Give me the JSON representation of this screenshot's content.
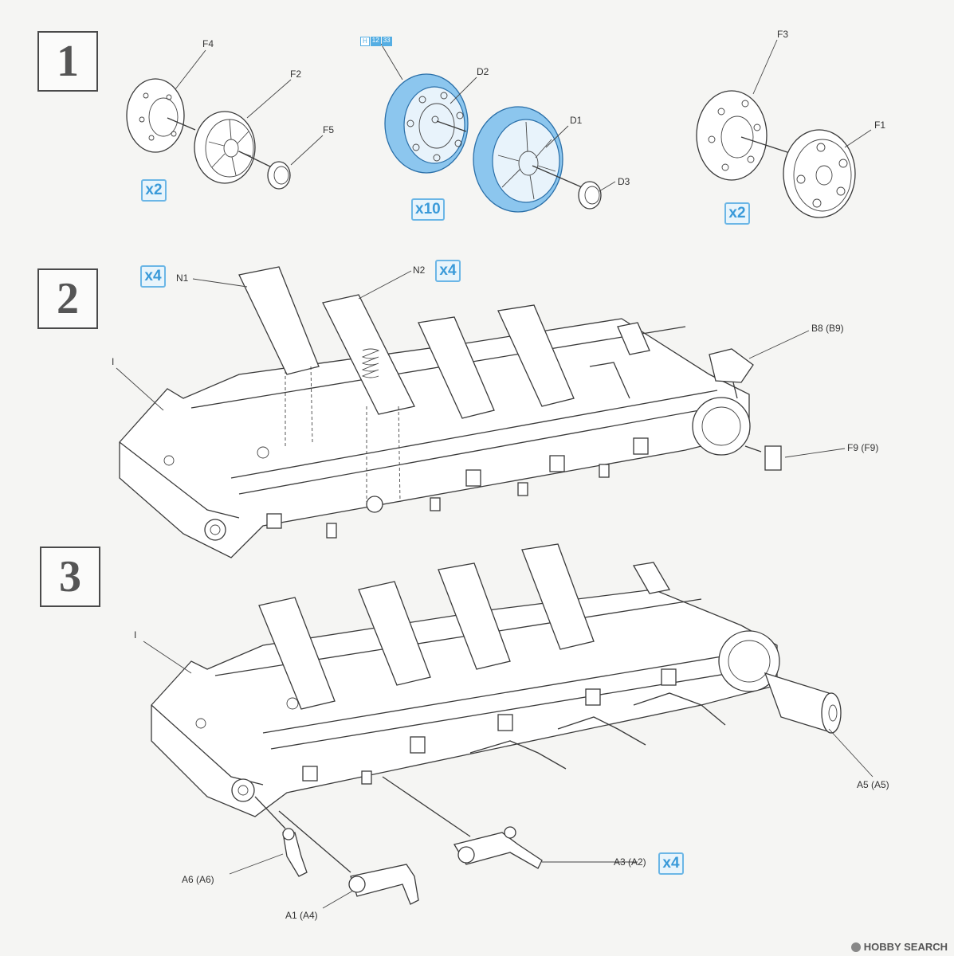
{
  "steps": {
    "s1": "1",
    "s2": "2",
    "s3": "3"
  },
  "labels": {
    "F4": "F4",
    "F2": "F2",
    "F5": "F5",
    "D2": "D2",
    "D1": "D1",
    "D3": "D3",
    "F3": "F3",
    "F1": "F1",
    "N1": "N1",
    "N2": "N2",
    "I_top": "I",
    "B8": "B8 (B9)",
    "F9": "F9 (F9)",
    "I_bottom": "I",
    "A5": "A5 (A5)",
    "A3": "A3 (A2)",
    "A6": "A6 (A6)",
    "A1": "A1 (A4)"
  },
  "quantities": {
    "q_f_left": "x2",
    "q_d": "x10",
    "q_f_right": "x2",
    "q_n1": "x4",
    "q_n2": "x4",
    "q_a3": "x4"
  },
  "ref_badge": {
    "a": "H",
    "b": "12",
    "c": "33"
  },
  "watermark": "HOBBY SEARCH",
  "colors": {
    "highlight": "#8cc6ee",
    "qty_blue": "#3a9ad9"
  }
}
